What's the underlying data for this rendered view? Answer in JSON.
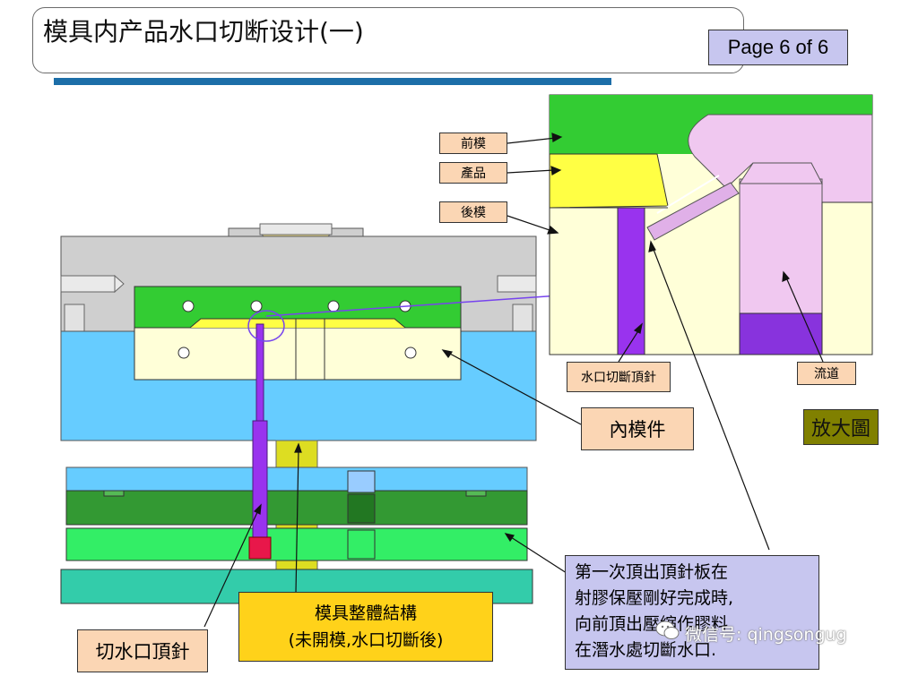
{
  "header": {
    "title": "模具内产品水口切断设计(一)",
    "page_indicator": "Page 6 of  6"
  },
  "labels": {
    "front_mold": "前模",
    "product": "產品",
    "rear_mold": "後模",
    "gate_cut_pin": "水口切斷頂針",
    "runner": "流道",
    "inner_mold_part": "內模件",
    "zoom_view": "放大圖",
    "cut_gate_pin": "切水口頂針"
  },
  "structure_box": {
    "line1": "模具整體結構",
    "line2": "(未開模,水口切斷後)"
  },
  "note_box": {
    "line1": "第一次頂出頂針板在",
    "line2": "射膠保壓剛好完成時,",
    "line3": "向前頂出壓縮作膠料",
    "line4": "在潛水處切斷水口."
  },
  "watermark": {
    "text": "微信号: qingsongug"
  },
  "colors": {
    "front_plate_green": "#33cc33",
    "product_yellow": "#ffff44",
    "core_cream": "#ffffd8",
    "ejector_purple": "#9933ee",
    "runner_pink": "#f0b8f0",
    "cavity_blue": "#66ccff",
    "title_rule_blue": "#1c6ea8",
    "label_peach": "#fbd6b4",
    "note_lavender": "#c7c6ef"
  }
}
